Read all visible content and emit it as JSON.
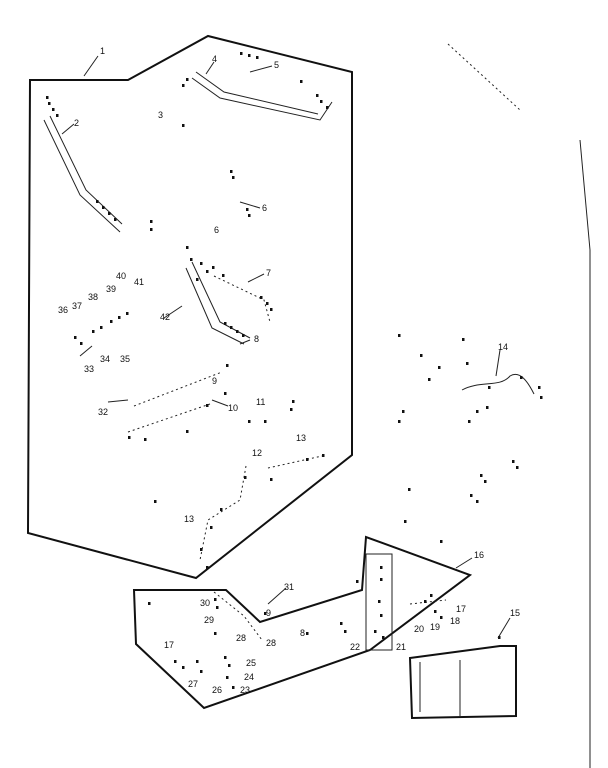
{
  "callouts": [
    {
      "id": "c1",
      "text": "1"
    },
    {
      "id": "c2",
      "text": "2"
    },
    {
      "id": "c3",
      "text": "3"
    },
    {
      "id": "c4",
      "text": "4"
    },
    {
      "id": "c5",
      "text": "5"
    },
    {
      "id": "c6a",
      "text": "6"
    },
    {
      "id": "c6b",
      "text": "6"
    },
    {
      "id": "c7",
      "text": "7"
    },
    {
      "id": "c8",
      "text": "8"
    },
    {
      "id": "c9",
      "text": "9"
    },
    {
      "id": "c10",
      "text": "10"
    },
    {
      "id": "c11",
      "text": "11"
    },
    {
      "id": "c12",
      "text": "12"
    },
    {
      "id": "c13a",
      "text": "13"
    },
    {
      "id": "c13b",
      "text": "13"
    },
    {
      "id": "c14",
      "text": "14"
    },
    {
      "id": "c15",
      "text": "15"
    },
    {
      "id": "c16",
      "text": "16"
    },
    {
      "id": "c17a",
      "text": "17"
    },
    {
      "id": "c17b",
      "text": "17"
    },
    {
      "id": "c18",
      "text": "18"
    },
    {
      "id": "c19",
      "text": "19"
    },
    {
      "id": "c20",
      "text": "20"
    },
    {
      "id": "c21",
      "text": "21"
    },
    {
      "id": "c22",
      "text": "22"
    },
    {
      "id": "c23",
      "text": "23"
    },
    {
      "id": "c24",
      "text": "24"
    },
    {
      "id": "c25",
      "text": "25"
    },
    {
      "id": "c26",
      "text": "26"
    },
    {
      "id": "c27",
      "text": "27"
    },
    {
      "id": "c28a",
      "text": "28"
    },
    {
      "id": "c28b",
      "text": "28"
    },
    {
      "id": "c29",
      "text": "29"
    },
    {
      "id": "c30",
      "text": "30"
    },
    {
      "id": "c31",
      "text": "31"
    },
    {
      "id": "c32",
      "text": "32"
    },
    {
      "id": "c33",
      "text": "33"
    },
    {
      "id": "c34",
      "text": "34"
    },
    {
      "id": "c35",
      "text": "35"
    },
    {
      "id": "c36",
      "text": "36"
    },
    {
      "id": "c37",
      "text": "37"
    },
    {
      "id": "c38",
      "text": "38"
    },
    {
      "id": "c39",
      "text": "39"
    },
    {
      "id": "c40",
      "text": "40"
    },
    {
      "id": "c41",
      "text": "41"
    },
    {
      "id": "c42",
      "text": "42"
    },
    {
      "id": "c9b",
      "text": "9"
    },
    {
      "id": "c8b",
      "text": "8"
    }
  ]
}
